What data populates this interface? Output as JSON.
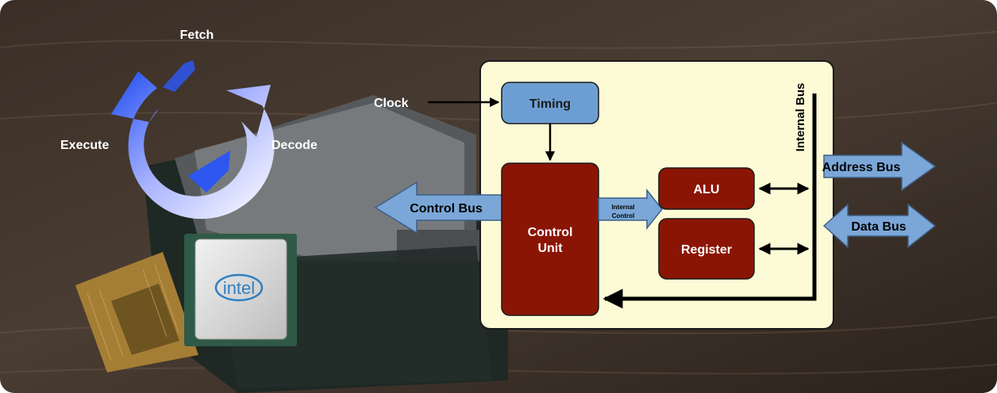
{
  "cycle": {
    "fetch": "Fetch",
    "decode": "Decode",
    "execute": "Execute"
  },
  "chip": {
    "logo": "intel"
  },
  "diagram": {
    "clock": "Clock",
    "timing": "Timing",
    "control_unit_line1": "Control",
    "control_unit_line2": "Unit",
    "alu": "ALU",
    "register": "Register",
    "internal_control_line1": "Internal",
    "internal_control_line2": "Control",
    "control_bus": "Control Bus",
    "internal_bus": "Internal Bus",
    "address_bus": "Address Bus",
    "data_bus": "Data Bus"
  },
  "colors": {
    "panel": "#fdfbd6",
    "blue_box": "#6d9ed3",
    "red_box": "#8b1505",
    "bus_arrow": "#7ba7d8"
  }
}
